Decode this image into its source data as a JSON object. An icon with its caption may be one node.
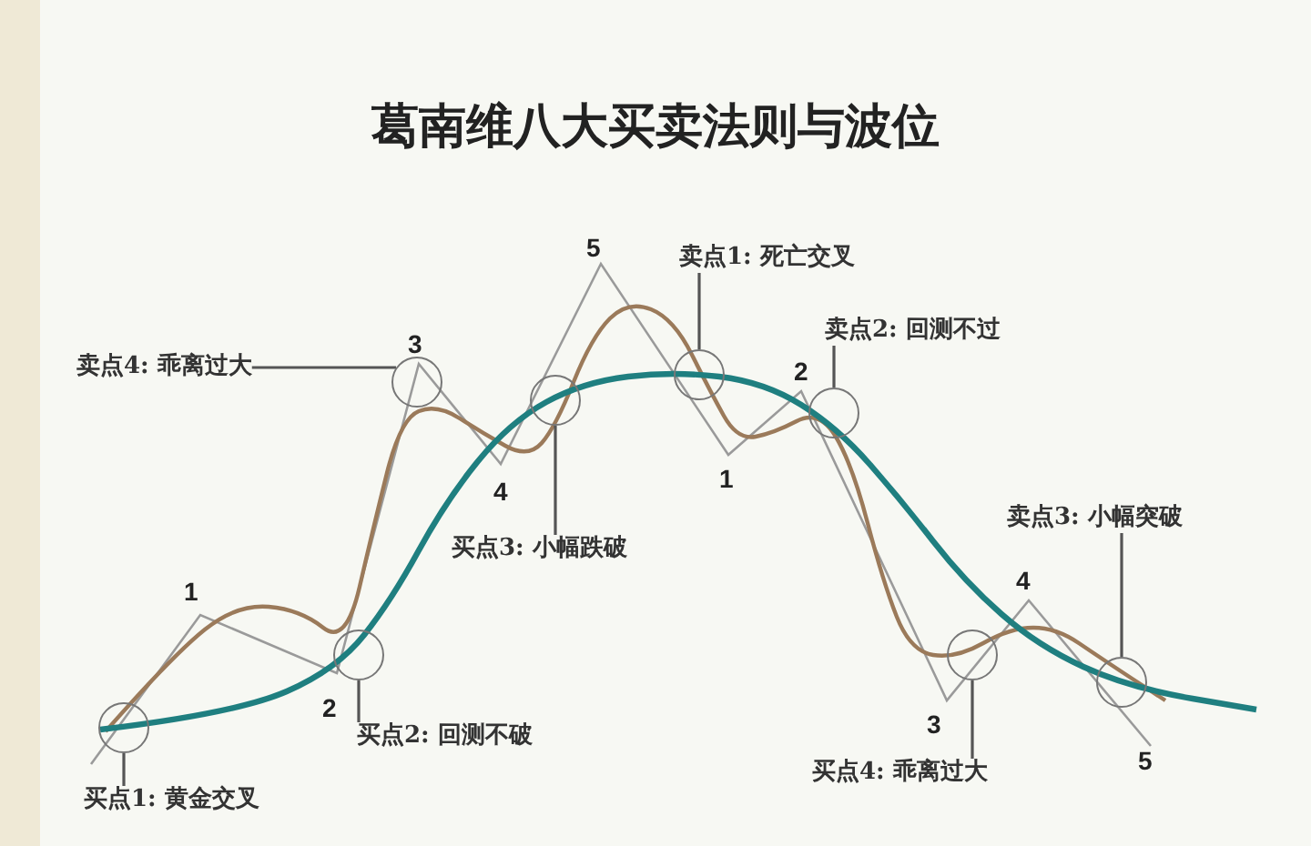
{
  "diagram": {
    "title": "葛南维八大买卖法则与波位",
    "nodes": [
      {
        "text": [
          "卖点1: 死亡交叉"
        ]
      },
      {
        "text": [
          "卖点2: 回测不过"
        ]
      },
      {
        "text": [
          "卖点4: 乖离过大"
        ]
      },
      {
        "text": [
          "卖点3: 小幅突破"
        ]
      },
      {
        "text": [
          "买点3: 小幅跌破"
        ]
      },
      {
        "text": [
          "买点2: 回测不破"
        ]
      },
      {
        "text": [
          "买点4: 乖离过大"
        ]
      },
      {
        "text": [
          "买点1: 黄金交叉"
        ]
      },
      {
        "text": [],
        "shape": "circle"
      },
      {
        "text": [],
        "shape": "circle"
      },
      {
        "text": [],
        "shape": "circle"
      },
      {
        "text": [],
        "shape": "circle"
      },
      {
        "text": [],
        "shape": "circle"
      },
      {
        "text": [],
        "shape": "circle"
      },
      {
        "text": [],
        "shape": "circle"
      },
      {
        "text": [],
        "shape": "circle"
      }
    ],
    "edges": [
      {
        "from": 0,
        "to": 12,
        "arrow": "none"
      },
      {
        "from": 1,
        "to": 13,
        "arrow": "none"
      },
      {
        "from": 2,
        "to": 10,
        "arrow": "none"
      },
      {
        "from": 3,
        "to": 15,
        "arrow": "none"
      },
      {
        "from": 4,
        "to": 11,
        "arrow": "none"
      },
      {
        "from": 5,
        "to": 9,
        "arrow": "none"
      },
      {
        "from": 6,
        "to": 14,
        "arrow": "none"
      },
      {
        "from": 7,
        "to": 8,
        "arrow": "none"
      }
    ],
    "labels": [
      "5",
      "3",
      "2",
      "1",
      "4",
      "1",
      "2",
      "4",
      "3",
      "5"
    ]
  }
}
